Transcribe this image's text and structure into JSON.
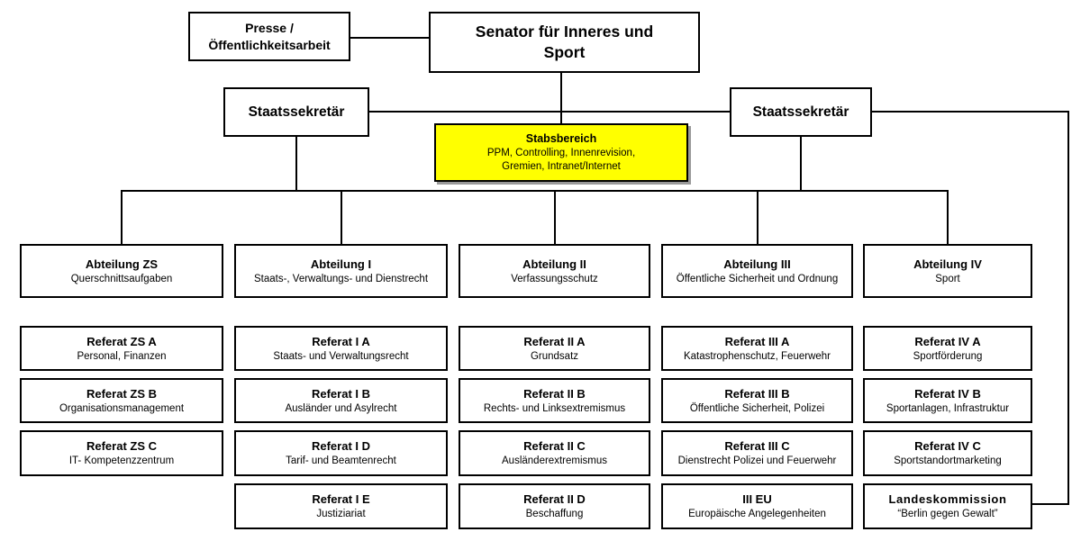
{
  "canvas": {
    "background": "#ffffff",
    "line_color": "#000000",
    "stab_fill": "#ffff00"
  },
  "nodes": {
    "presse": {
      "line1": "Presse /",
      "line2": "Öffentlichkeitsarbeit"
    },
    "senator": {
      "line1": "Senator für Inneres und",
      "line2": "Sport"
    },
    "staatssekretaer_links": {
      "title": "Staatssekretär"
    },
    "staatssekretaer_rechts": {
      "title": "Staatssekretär"
    },
    "stabsbereich": {
      "title": "Stabsbereich",
      "line1": "PPM, Controlling, Innenrevision,",
      "line2": "Gremien, Intranet/Internet"
    }
  },
  "columns": [
    {
      "abteilung": {
        "title": "Abteilung ZS",
        "subtitle": "Querschnittsaufgaben"
      },
      "referate": [
        {
          "title": "Referat ZS A",
          "subtitle": "Personal, Finanzen"
        },
        {
          "title": "Referat ZS B",
          "subtitle": "Organisationsmanagement"
        },
        {
          "title": "Referat ZS C",
          "subtitle": "IT- Kompetenzzentrum"
        }
      ]
    },
    {
      "abteilung": {
        "title": "Abteilung I",
        "subtitle": "Staats-, Verwaltungs- und Dienstrecht"
      },
      "referate": [
        {
          "title": "Referat I A",
          "subtitle": "Staats- und Verwaltungsrecht"
        },
        {
          "title": "Referat I B",
          "subtitle": "Ausländer und Asylrecht"
        },
        {
          "title": "Referat I D",
          "subtitle": "Tarif- und Beamtenrecht"
        },
        {
          "title": "Referat I E",
          "subtitle": "Justiziariat"
        }
      ]
    },
    {
      "abteilung": {
        "title": "Abteilung II",
        "subtitle": "Verfassungsschutz"
      },
      "referate": [
        {
          "title": "Referat II A",
          "subtitle": "Grundsatz"
        },
        {
          "title": "Referat II B",
          "subtitle": "Rechts- und Linksextremismus"
        },
        {
          "title": "Referat II C",
          "subtitle": "Ausländerextremismus"
        },
        {
          "title": "Referat II D",
          "subtitle": "Beschaffung"
        }
      ]
    },
    {
      "abteilung": {
        "title": "Abteilung III",
        "subtitle": "Öffentliche Sicherheit und Ordnung"
      },
      "referate": [
        {
          "title": "Referat III A",
          "subtitle": "Katastrophenschutz, Feuerwehr"
        },
        {
          "title": "Referat III B",
          "subtitle": "Öffentliche Sicherheit, Polizei"
        },
        {
          "title": "Referat III C",
          "subtitle": "Dienstrecht Polizei und Feuerwehr"
        },
        {
          "title": "III EU",
          "subtitle": "Europäische Angelegenheiten"
        }
      ]
    },
    {
      "abteilung": {
        "title": "Abteilung IV",
        "subtitle": "Sport"
      },
      "referate": [
        {
          "title": "Referat IV A",
          "subtitle": "Sportförderung"
        },
        {
          "title": "Referat IV B",
          "subtitle": "Sportanlagen, Infrastruktur"
        },
        {
          "title": "Referat IV C",
          "subtitle": "Sportstandortmarketing"
        },
        {
          "title": "Landeskommission",
          "subtitle": "“Berlin gegen Gewalt”"
        }
      ]
    }
  ]
}
